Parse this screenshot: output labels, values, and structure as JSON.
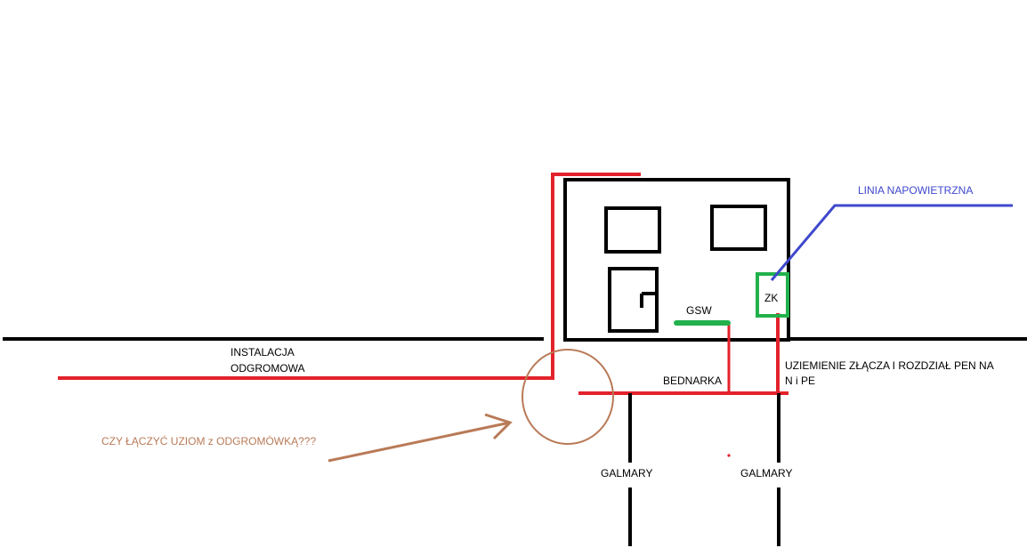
{
  "labels": {
    "lightning_line1": "INSTALACJA",
    "lightning_line2": "ODGROMOWA",
    "overhead_line": "LINIA NAPOWIETRZNA",
    "zk": "ZK",
    "gsw": "GSW",
    "bednarka": "BEDNARKA",
    "grounding_line1": "UZIEMIENIE ZŁĄCZA I ROZDZIAŁ PEN NA",
    "grounding_line2": "N i PE",
    "question": "CZY ŁĄCZYĆ UZIOM z ODGROMÓWKĄ???",
    "galmary_left": "GALMARY",
    "galmary_right": "GALMARY"
  },
  "colors": {
    "background": "#ffffff",
    "structure": "#000000",
    "lightning": "#e3222b",
    "overhead_line": "#3f48cc",
    "zk_box": "#22b14c",
    "question": "#b97a57"
  }
}
